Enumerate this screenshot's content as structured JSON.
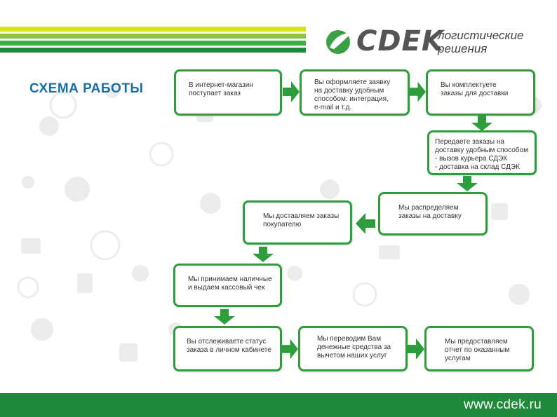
{
  "header": {
    "logo_word": "CDEK",
    "logo_tagline": "логистические\nрешения"
  },
  "title": "СХЕМА РАБОТЫ",
  "steps": [
    {
      "id": "s1",
      "text": "В интернет-магазин\nпоступает заказ"
    },
    {
      "id": "s2",
      "text": "Вы оформляете заявку\nна доставку удобным\nспособом: интеграция,\ne-mail и т.д."
    },
    {
      "id": "s3",
      "text": "Вы комплектуете\nзаказы для доставки"
    },
    {
      "id": "s4",
      "text": "Передаете заказы на\nдоставку удобным способом\n- вызов курьера СДЭК\n- доставка на склад СДЭК"
    },
    {
      "id": "s5",
      "text": "Мы распределяем\nзаказы на доставку"
    },
    {
      "id": "s6",
      "text": "Мы доставляем заказы\nпокупателю"
    },
    {
      "id": "s7",
      "text": "Мы принимаем наличные\nи выдаем кассовый чек"
    },
    {
      "id": "s8",
      "text": "Вы отслеживаете статус\nзаказа в личном кабинете"
    },
    {
      "id": "s9",
      "text": "Мы переводим Вам\nденежные средства за\nвычетом наших услуг"
    },
    {
      "id": "s10",
      "text": "Мы предоставляем\nотчет по оказанным\nуслугам"
    }
  ],
  "footer": {
    "url": "www.cdek.ru"
  },
  "colors": {
    "brand_green": "#2e9e3c",
    "title_blue": "#1b6fa8",
    "stripe_yellow": "#d6e21a"
  }
}
